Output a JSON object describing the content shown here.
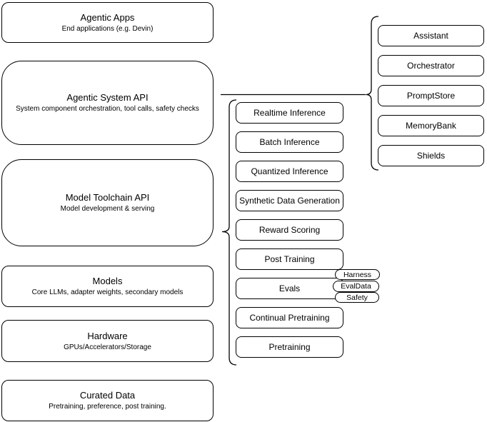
{
  "diagram": {
    "colors": {
      "stroke": "#000000",
      "fill": "#ffffff",
      "background": "#ffffff"
    },
    "left_stack": [
      {
        "title": "Agentic Apps",
        "subtitle": "End applications (e.g. Devin)"
      },
      {
        "title": "Agentic System API",
        "subtitle": "System component orchestration, tool calls, safety checks"
      },
      {
        "title": "Model Toolchain API",
        "subtitle": "Model development & serving"
      },
      {
        "title": "Models",
        "subtitle": "Core LLMs, adapter weights, secondary models"
      },
      {
        "title": "Hardware",
        "subtitle": "GPUs/Accelerators/Storage"
      },
      {
        "title": "Curated Data",
        "subtitle": "Pretraining, preference, post training."
      }
    ],
    "toolchain_components": [
      "Realtime Inference",
      "Batch Inference",
      "Quantized Inference",
      "Synthetic Data Generation",
      "Reward Scoring",
      "Post Training",
      "Evals",
      "Continual Pretraining",
      "Pretraining"
    ],
    "eval_tags": [
      "Harness",
      "EvalData",
      "Safety"
    ],
    "system_components": [
      "Assistant",
      "Orchestrator",
      "PromptStore",
      "MemoryBank",
      "Shields"
    ]
  }
}
